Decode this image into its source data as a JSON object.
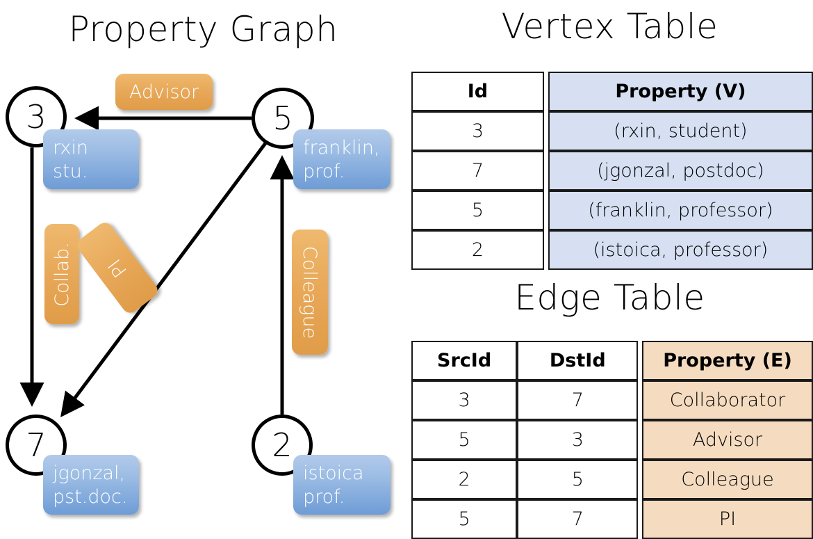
{
  "titles": {
    "property_graph": "Property Graph",
    "vertex_table": "Vertex Table",
    "edge_table": "Edge Table"
  },
  "graph": {
    "nodes": [
      {
        "id": "3",
        "label": "rxin\nstu."
      },
      {
        "id": "5",
        "label": "franklin,\nprof."
      },
      {
        "id": "7",
        "label": "jgonzal,\npst.doc."
      },
      {
        "id": "2",
        "label": "istoica\nprof."
      }
    ],
    "edge_labels": [
      {
        "name": "advisor",
        "text": "Advisor"
      },
      {
        "name": "collab",
        "text": "Collab."
      },
      {
        "name": "pi",
        "text": "PI"
      },
      {
        "name": "colleague",
        "text": "Colleague"
      }
    ]
  },
  "vertex_table": {
    "headers": [
      "Id",
      "Property (V)"
    ],
    "rows": [
      {
        "id": "3",
        "property": "(rxin, student)"
      },
      {
        "id": "7",
        "property": "(jgonzal, postdoc)"
      },
      {
        "id": "5",
        "property": "(franklin, professor)"
      },
      {
        "id": "2",
        "property": "(istoica, professor)"
      }
    ]
  },
  "edge_table": {
    "headers": [
      "SrcId",
      "DstId",
      "Property (E)"
    ],
    "rows": [
      {
        "src": "3",
        "dst": "7",
        "property": "Collaborator"
      },
      {
        "src": "5",
        "dst": "3",
        "property": "Advisor"
      },
      {
        "src": "2",
        "dst": "5",
        "property": "Colleague"
      },
      {
        "src": "5",
        "dst": "7",
        "property": "PI"
      }
    ]
  },
  "colors": {
    "vertex_cell": "#d6e0f2",
    "edge_cell": "#f5dcc0",
    "node_callout": "#6e9cd6",
    "edge_callout": "#e8a95a",
    "stroke": "#000000"
  }
}
